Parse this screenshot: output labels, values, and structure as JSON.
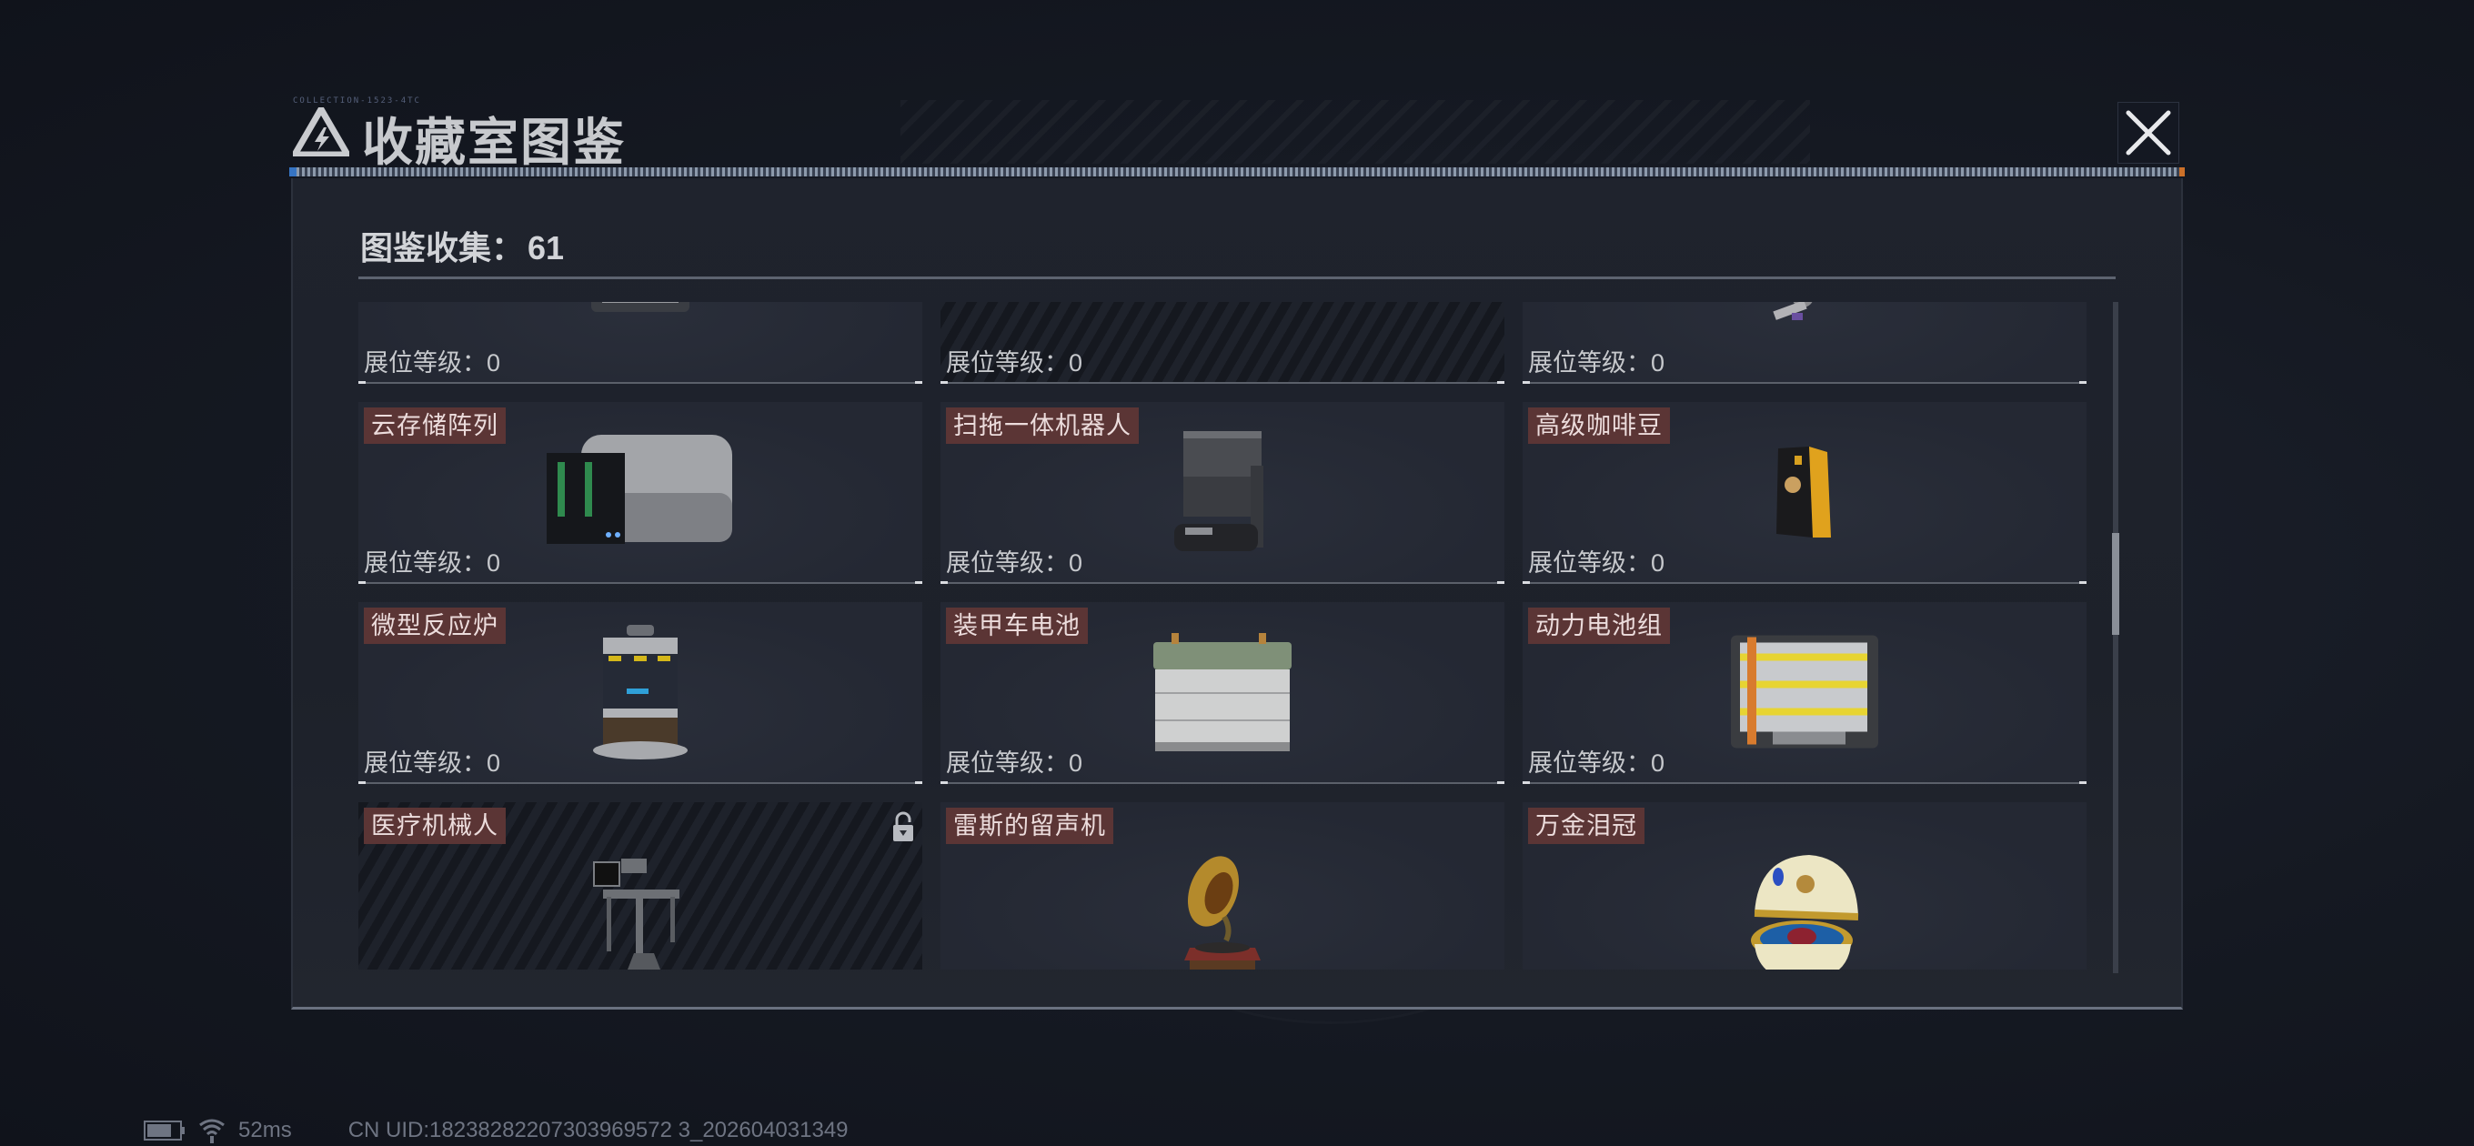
{
  "header": {
    "title": "收藏室图鉴",
    "deco_text": "COLLECTION-1523-4TC",
    "close_icon": "close-icon"
  },
  "panel": {
    "collect_label": "图鉴收集：",
    "collect_count": "61"
  },
  "items": [
    {
      "name": "",
      "level_label": "展位等级：",
      "level": "0",
      "locked": false,
      "striped": false,
      "art": "jerrycan"
    },
    {
      "name": "",
      "level_label": "展位等级：",
      "level": "0",
      "locked": false,
      "striped": true,
      "art": "monitor-device"
    },
    {
      "name": "",
      "level_label": "展位等级：",
      "level": "0",
      "locked": false,
      "striped": false,
      "art": "vacuum-cleaner"
    },
    {
      "name": "云存储阵列",
      "level_label": "展位等级：",
      "level": "0",
      "locked": false,
      "striped": false,
      "art": "storage-array"
    },
    {
      "name": "扫拖一体机器人",
      "level_label": "展位等级：",
      "level": "0",
      "locked": false,
      "striped": false,
      "art": "mop-robot"
    },
    {
      "name": "高级咖啡豆",
      "level_label": "展位等级：",
      "level": "0",
      "locked": false,
      "striped": false,
      "art": "coffee-bag"
    },
    {
      "name": "微型反应炉",
      "level_label": "展位等级：",
      "level": "0",
      "locked": false,
      "striped": false,
      "art": "mini-reactor"
    },
    {
      "name": "装甲车电池",
      "level_label": "展位等级：",
      "level": "0",
      "locked": false,
      "striped": false,
      "art": "vehicle-battery"
    },
    {
      "name": "动力电池组",
      "level_label": "展位等级：",
      "level": "0",
      "locked": false,
      "striped": false,
      "art": "battery-pack"
    },
    {
      "name": "医疗机械人",
      "level_label": "",
      "level": "",
      "locked": true,
      "striped": true,
      "art": "medical-robot"
    },
    {
      "name": "雷斯的留声机",
      "level_label": "",
      "level": "",
      "locked": false,
      "striped": false,
      "art": "gramophone"
    },
    {
      "name": "万金泪冠",
      "level_label": "",
      "level": "",
      "locked": false,
      "striped": false,
      "art": "jeweled-egg"
    }
  ],
  "status_bar": {
    "battery_icon": "battery-icon",
    "wifi_icon": "wifi-icon",
    "ping": "52ms",
    "uid": "CN UID:18238282207303969572 3_202604031349"
  },
  "colors": {
    "name_tag_bg": "#5b3535",
    "background": "#151922",
    "panel_bg": "#1f232d",
    "ruler_blue": "#3a7fd5",
    "ruler_orange": "#e07a2a"
  }
}
